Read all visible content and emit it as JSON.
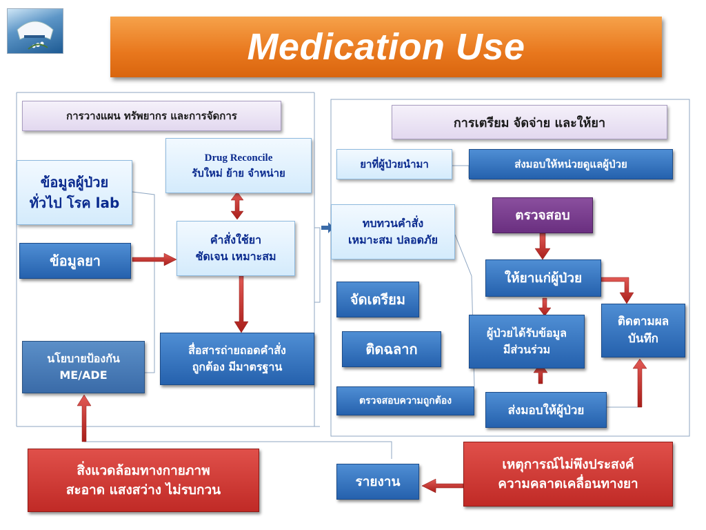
{
  "title": "Medication Use",
  "left": {
    "header": "การวางแผน ทรัพยากร และการจัดการ",
    "patient_info": {
      "line1": "ข้อมูลผู้ป่วย",
      "line2": "ทั่วไป โรค lab"
    },
    "drug_info": "ข้อมูลยา",
    "drug_reconcile": {
      "line1": "Drug Reconcile",
      "line2": "รับใหม่ ย้าย จำหน่าย"
    },
    "medication_order": {
      "line1": "คำสั่งใช้ยา",
      "line2": "ชัดเจน เหมาะสม"
    },
    "policy": {
      "line1": "นโยบายป้องกัน",
      "line2": "ME/ADE"
    },
    "transcribe": {
      "line1": "สื่อสารถ่ายถอดคำสั่ง",
      "line2": "ถูกต้อง มีมาตรฐาน"
    }
  },
  "right": {
    "header": "การเตรียม จัดจ่าย และให้ยา",
    "patient_own_drugs": "ยาที่ผู้ป่วยนำมา",
    "deliver_to_unit": "ส่งมอบให้หน่วยดูแลผู้ป่วย",
    "review_order": {
      "line1": "ทบทวนคำสั่ง",
      "line2": "เหมาะสม ปลอดภัย"
    },
    "check": "ตรวจสอบ",
    "administer": "ให้ยาแก่ผู้ป่วย",
    "prepare": "จัดเตรียม",
    "label": "ติดฉลาก",
    "patient_involved": {
      "line1": "ผู้ป่วยได้รับข้อมูล",
      "line2": "มีส่วนร่วม"
    },
    "monitor": {
      "line1": "ติดตามผล",
      "line2": "บันทึก"
    },
    "verify": "ตรวจสอบความถูกต้อง",
    "deliver_to_patient": "ส่งมอบให้ผู้ป่วย"
  },
  "bottom": {
    "environment": {
      "line1": "สิ่งแวดล้อมทางกายภาพ",
      "line2": "สะอาด แสงสว่าง ไม่รบกวน"
    },
    "report": "รายงาน",
    "adverse_events": {
      "line1": "เหตุการณ์ไม่พึงประสงค์",
      "line2": "ความคลาดเคลื่อนทางยา"
    }
  },
  "colors": {
    "title_orange": "#e8771d",
    "arrow_red": "#c0302b",
    "dark_blue": "#2561ad",
    "light_blue": "#d4ebfc",
    "purple": "#6a2f80",
    "red_box": "#c02a26",
    "header_lavender": "#e2d8ef"
  },
  "icons": {
    "logo": "nurse-cap-logo"
  }
}
